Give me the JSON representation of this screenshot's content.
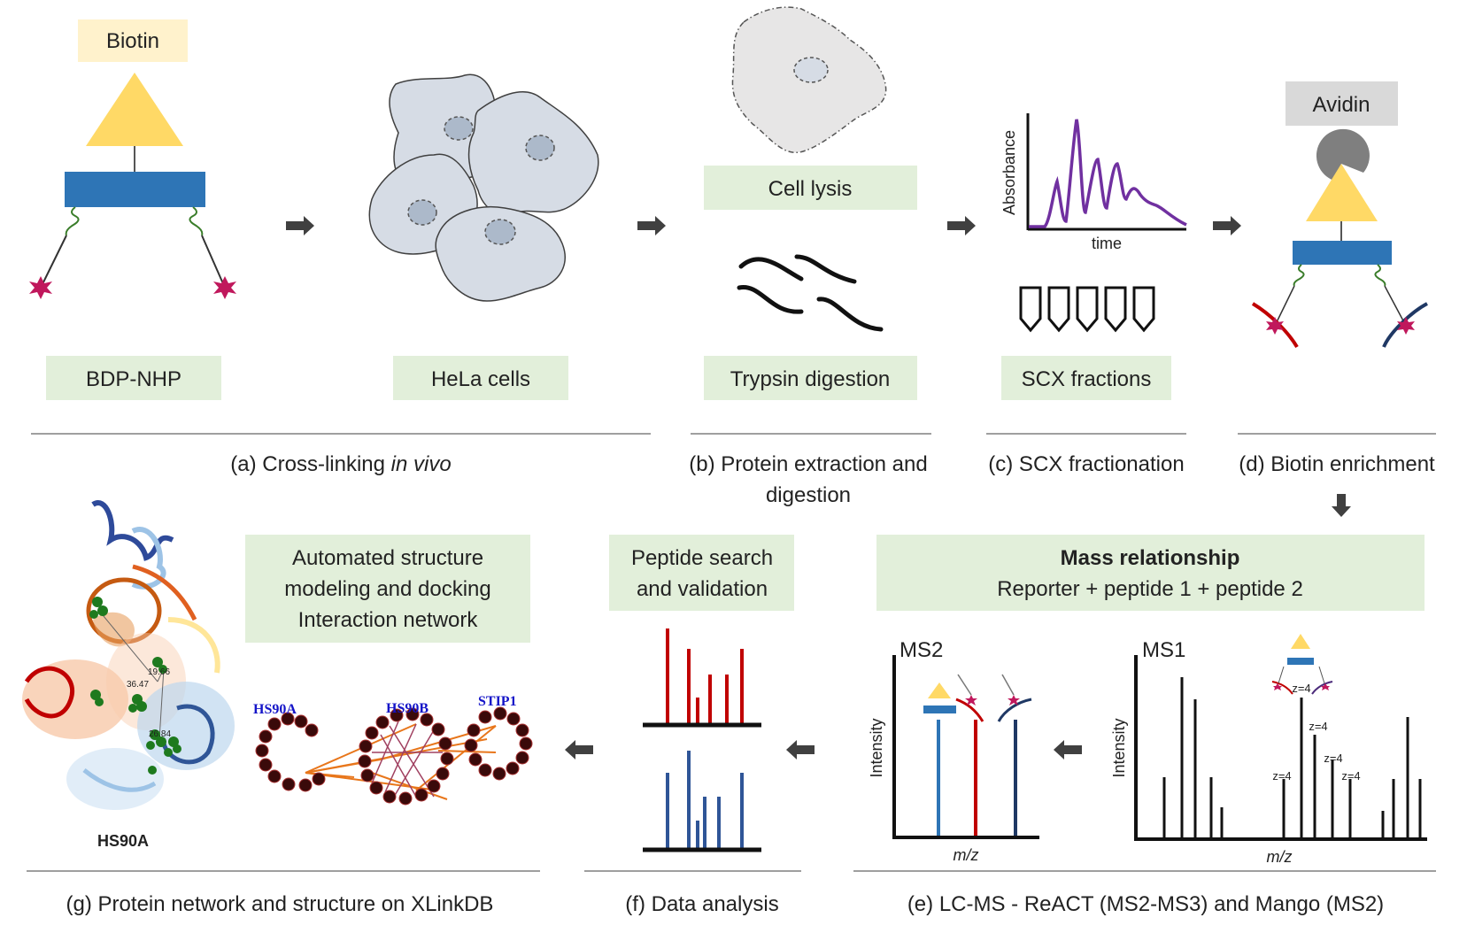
{
  "top": {
    "biotin_label": "Biotin",
    "bdp_label": "BDP-NHP",
    "hela_label": "HeLa cells",
    "lysis_label": "Cell lysis",
    "trypsin_label": "Trypsin digestion",
    "absorbance_label": "Absorbance",
    "time_label": "time",
    "scx_label": "SCX fractions",
    "avidin_label": "Avidin"
  },
  "captions": {
    "a_prefix": "(a) Cross-linking ",
    "a_italic": "in vivo",
    "b_line1": "(b) Protein extraction and",
    "b_line2": "digestion",
    "c": "(c) SCX fractionation",
    "d": "(d) Biotin enrichment",
    "e": "(e) LC-MS - ReACT (MS2-MS3) and Mango (MS2)",
    "f": "(f) Data analysis",
    "g": "(g) Protein network and structure on XLinkDB"
  },
  "bottom": {
    "mass_title": "Mass relationship",
    "mass_sub": "Reporter + peptide 1 + peptide 2",
    "peptide_line1": "Peptide search",
    "peptide_line2": "and validation",
    "auto_line1": "Automated structure",
    "auto_line2": "modeling and docking",
    "auto_line3": "Interaction network",
    "ms2_label": "MS2",
    "ms1_label": "MS1",
    "intensity_label": "Intensity",
    "mz_label": "m/z",
    "z4": "z=4",
    "hs90a_label": "HS90A",
    "net_hs90a": "HS90A",
    "net_hs90b": "HS90B",
    "net_stip1": "STIP1",
    "struct_d1": "36.47",
    "struct_d2": "19.66",
    "struct_d3": "26.84"
  },
  "colors": {
    "green_box": "#e2efda",
    "biotin_box": "#fff2cc",
    "avidin_box": "#d9d9d9",
    "rect_blue": "#2e75b6",
    "triangle": "#ffd966",
    "star": "#c0185c",
    "chrom": "#7030a0",
    "cell": "#d6dce5",
    "red_bar": "#c00000",
    "blue_bar": "#2f5597",
    "arrow": "#404040"
  }
}
